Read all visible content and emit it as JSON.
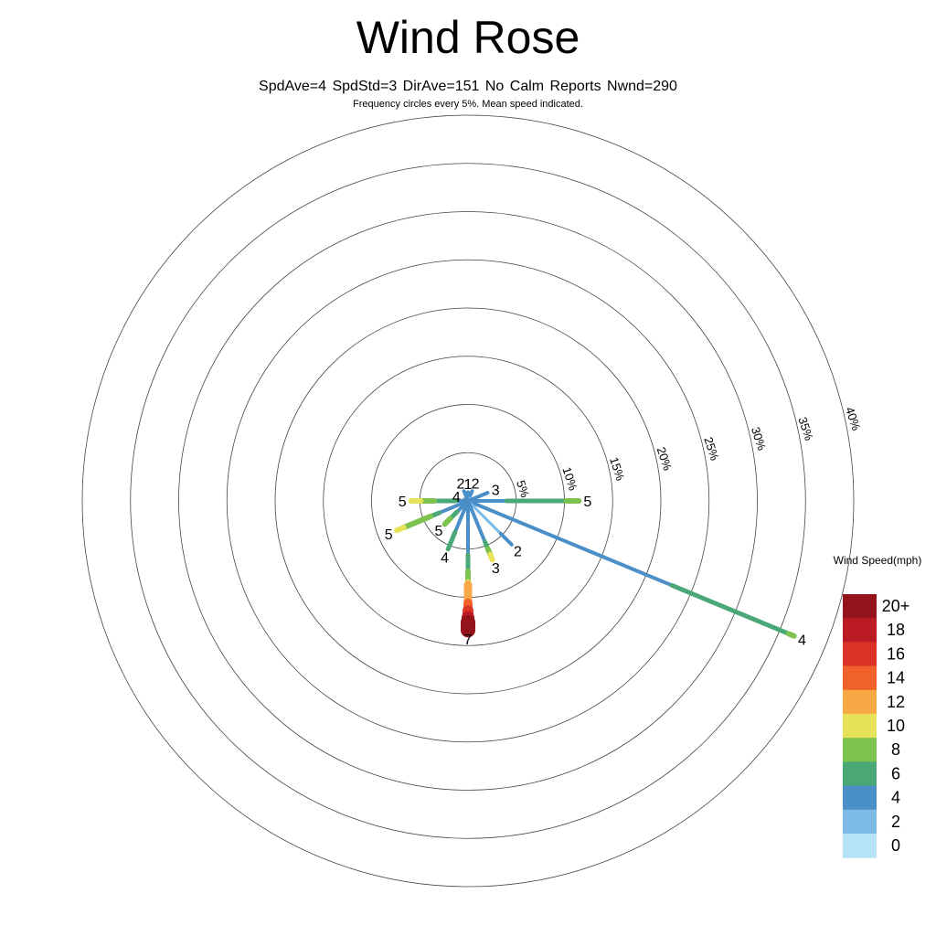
{
  "chart_data": {
    "type": "wind-rose",
    "title": "Wind Rose",
    "subtitle": "SpdAve=4  SpdStd=3  DirAve=151   No Calm Reports  Nwnd=290",
    "note": "Frequency circles every 5%. Mean speed indicated.",
    "ring_step_pct": 5,
    "ring_labels": [
      "5%",
      "10%",
      "15%",
      "20%",
      "25%",
      "30%",
      "35%",
      "40%"
    ],
    "legend": {
      "title": "Wind Speed(mph)",
      "bins": [
        {
          "label": "0",
          "color": "#b6e3f7"
        },
        {
          "label": "2",
          "color": "#7dbae6"
        },
        {
          "label": "4",
          "color": "#4a8fc7"
        },
        {
          "label": "6",
          "color": "#4aa876"
        },
        {
          "label": "8",
          "color": "#7ec24e"
        },
        {
          "label": "10",
          "color": "#e6e25a"
        },
        {
          "label": "12",
          "color": "#f6a944"
        },
        {
          "label": "14",
          "color": "#f0622a"
        },
        {
          "label": "16",
          "color": "#dc3328"
        },
        {
          "label": "18",
          "color": "#bb1b25"
        },
        {
          "label": "20+",
          "color": "#93151b"
        }
      ]
    },
    "petals": [
      {
        "direction_deg": 0,
        "mean_speed": "1",
        "segments": [
          [
            2,
            0.9
          ]
        ]
      },
      {
        "direction_deg": 22.5,
        "mean_speed": "2",
        "segments": [
          [
            1,
            0.6
          ],
          [
            2,
            1.1
          ]
        ]
      },
      {
        "direction_deg": 67.5,
        "mean_speed": "3",
        "segments": [
          [
            2,
            2.2
          ]
        ]
      },
      {
        "direction_deg": 90,
        "mean_speed": "5",
        "segments": [
          [
            2,
            4.0
          ],
          [
            3,
            10.2
          ],
          [
            4,
            11.5
          ]
        ]
      },
      {
        "direction_deg": 112.5,
        "mean_speed": "4",
        "segments": [
          [
            2,
            22.9
          ],
          [
            3,
            36.0
          ],
          [
            4,
            36.6
          ]
        ]
      },
      {
        "direction_deg": 135,
        "mean_speed": "2",
        "segments": [
          [
            1,
            4.8
          ],
          [
            2,
            6.4
          ]
        ]
      },
      {
        "direction_deg": 157.5,
        "mean_speed": "3",
        "segments": [
          [
            2,
            4.6
          ],
          [
            3,
            5.4
          ],
          [
            4,
            6.0
          ],
          [
            5,
            6.6
          ]
        ]
      },
      {
        "direction_deg": 180,
        "mean_speed": "7",
        "segments": [
          [
            2,
            5.6
          ],
          [
            3,
            7.3
          ],
          [
            4,
            8.4
          ],
          [
            5,
            8.7
          ],
          [
            6,
            10.6
          ],
          [
            7,
            11.4
          ],
          [
            8,
            12.1
          ],
          [
            9,
            12.6
          ],
          [
            10,
            13.4
          ]
        ]
      },
      {
        "direction_deg": 202.5,
        "mean_speed": "4",
        "segments": [
          [
            2,
            3.5
          ],
          [
            3,
            5.4
          ]
        ]
      },
      {
        "direction_deg": 225,
        "mean_speed": "5",
        "segments": [
          [
            2,
            1.6
          ],
          [
            3,
            2.6
          ],
          [
            4,
            3.4
          ]
        ]
      },
      {
        "direction_deg": 247.5,
        "mean_speed": "5",
        "segments": [
          [
            2,
            3.2
          ],
          [
            3,
            4.2
          ],
          [
            4,
            7.2
          ],
          [
            5,
            8.0
          ]
        ]
      },
      {
        "direction_deg": 270,
        "mean_speed": "5",
        "segments": [
          [
            2,
            1.2
          ],
          [
            3,
            3.5
          ],
          [
            4,
            4.9
          ],
          [
            5,
            5.9
          ]
        ]
      },
      {
        "direction_deg": 337.5,
        "mean_speed": "2",
        "segments": [
          [
            2,
            1.1
          ]
        ]
      },
      {
        "direction_deg": 292.5,
        "mean_speed": "4",
        "segments": [
          [
            2,
            0.4
          ]
        ]
      }
    ]
  }
}
